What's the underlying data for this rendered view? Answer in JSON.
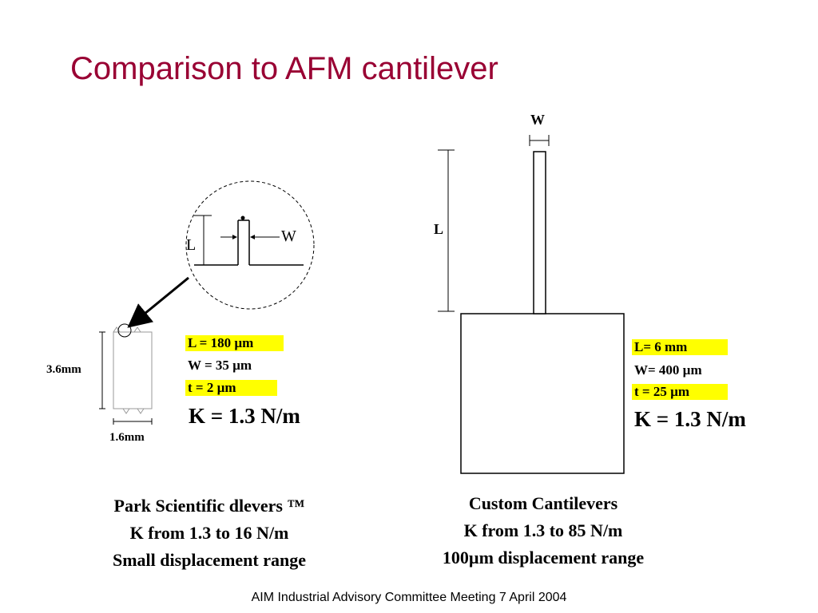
{
  "title": "Comparison to AFM cantilever",
  "left": {
    "zoom_labels": {
      "length": "L",
      "width": "W"
    },
    "dimension_labels": {
      "height": "3.6mm",
      "width": "1.6mm"
    },
    "specs": [
      "L = 180 µm",
      "W = 35 µm",
      "t = 2 µm"
    ],
    "highlighted_specs": [
      0,
      2
    ],
    "k_value": "K = 1.3 N/m",
    "caption": [
      "Park Scientific dlevers ™",
      "K from 1.3 to 16 N/m",
      "Small displacement range"
    ]
  },
  "right": {
    "labels": {
      "length": "L",
      "width": "W"
    },
    "specs": [
      "L= 6 mm",
      "W= 400 µm",
      "t = 25 µm"
    ],
    "highlighted_specs": [
      0,
      2
    ],
    "k_value": "K = 1.3 N/m",
    "caption": [
      "Custom Cantilevers",
      "K from 1.3 to 85 N/m",
      "100µm displacement range"
    ]
  },
  "footer": "AIM Industrial Advisory Committee Meeting 7 April 2004",
  "colors": {
    "title": "#990033",
    "highlight": "#ffff00"
  }
}
